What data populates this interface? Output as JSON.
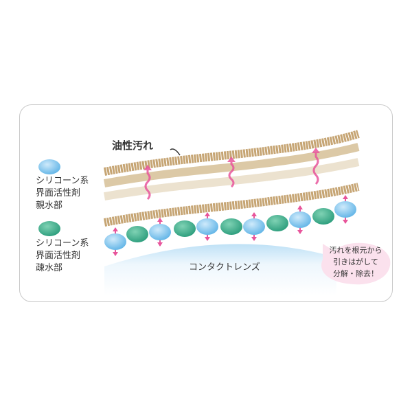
{
  "legend": [
    {
      "lines": [
        "シリコーン系",
        "界面活性剤",
        "親水部"
      ],
      "color": "#86c8ee"
    },
    {
      "lines": [
        "シリコーン系",
        "界面活性剤",
        "疎水部"
      ],
      "color": "#3fae8e"
    }
  ],
  "oil_label": "油性汚れ",
  "lens_label": "コンタクトレンズ",
  "bubble_lines": [
    "汚れを根元から",
    "引きはがして",
    "分解・除去！"
  ],
  "colors": {
    "band_dark": "#c6a574",
    "band_mid": "#dcc9a6",
    "band_light": "#ece2cf",
    "arrow": "#e8559b",
    "bubble": "#fbe1ed",
    "lens": "#d6ecf9"
  }
}
